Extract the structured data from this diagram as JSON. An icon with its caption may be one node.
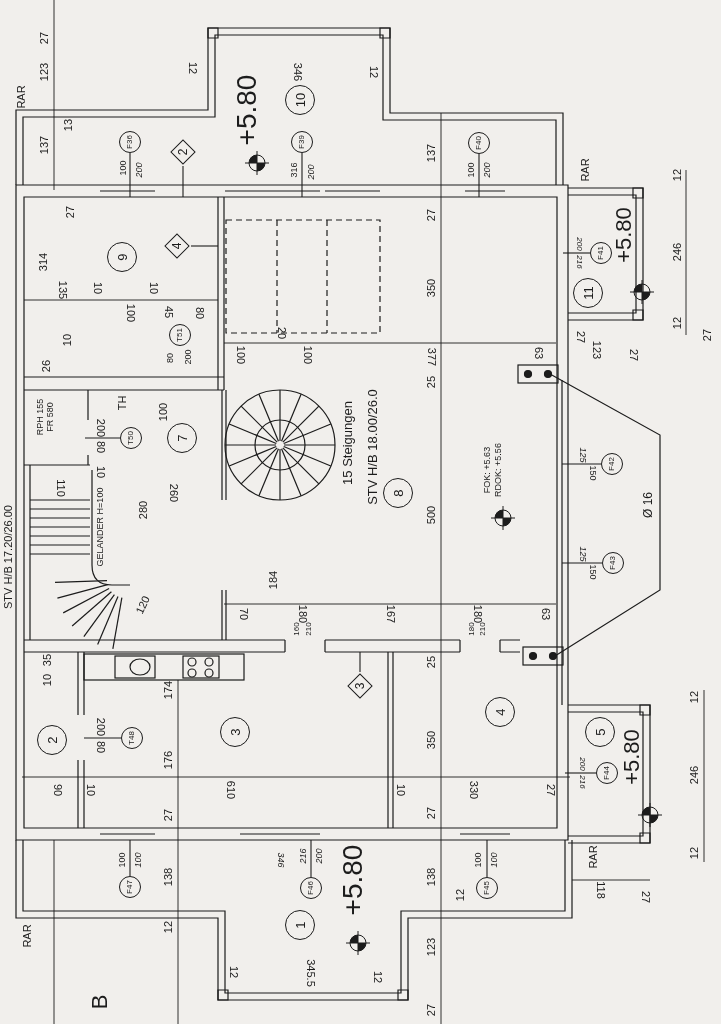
{
  "diagram": {
    "nodes": [
      {
        "text": [
          "10"
        ]
      },
      {
        "text": [
          "F36"
        ]
      },
      {
        "text": [
          "2"
        ]
      },
      {
        "text": [
          "F39"
        ]
      },
      {
        "text": [
          "F40"
        ]
      },
      {
        "text": [
          "9"
        ]
      },
      {
        "text": [
          "4"
        ]
      },
      {
        "text": [
          "F41"
        ]
      },
      {
        "text": [
          "11"
        ]
      },
      {
        "text": [
          "T51"
        ]
      },
      {
        "text": [
          "T50"
        ]
      },
      {
        "text": [
          "7"
        ]
      },
      {
        "text": [
          "F42"
        ]
      },
      {
        "text": [
          "8"
        ]
      },
      {
        "text": [
          "F43"
        ]
      },
      {
        "text": [
          "3"
        ]
      },
      {
        "text": [
          "2"
        ]
      },
      {
        "text": [
          "T48"
        ]
      },
      {
        "text": [
          "3"
        ]
      },
      {
        "text": [
          "4"
        ]
      },
      {
        "text": [
          "5"
        ]
      },
      {
        "text": [
          "F44"
        ]
      },
      {
        "text": [
          "F47"
        ]
      },
      {
        "text": [
          "F46"
        ]
      },
      {
        "text": [
          "F45"
        ]
      },
      {
        "text": [
          "1"
        ]
      }
    ],
    "edges": [
      {
        "from": 1,
        "to": null,
        "arrow": "none"
      },
      {
        "from": 2,
        "to": null,
        "arrow": "none"
      },
      {
        "from": 3,
        "to": null,
        "arrow": "none"
      },
      {
        "from": 4,
        "to": null,
        "arrow": "none"
      },
      {
        "from": 6,
        "to": null,
        "arrow": "none"
      },
      {
        "from": 7,
        "to": null,
        "arrow": "none"
      },
      {
        "from": 10,
        "to": null,
        "arrow": "none"
      },
      {
        "from": 12,
        "to": null,
        "arrow": "none"
      },
      {
        "from": 14,
        "to": null,
        "arrow": "none"
      },
      {
        "from": 15,
        "to": null,
        "arrow": "none"
      },
      {
        "from": 17,
        "to": null,
        "arrow": "none"
      },
      {
        "from": 21,
        "to": null,
        "arrow": "none"
      },
      {
        "from": 22,
        "to": null,
        "arrow": "none"
      },
      {
        "from": 23,
        "to": null,
        "arrow": "none"
      },
      {
        "from": 24,
        "to": null,
        "arrow": "none"
      }
    ],
    "labels": [
      "27",
      "12",
      "346",
      "12",
      "123",
      "RAR",
      "+5.80",
      "13",
      "137",
      "137",
      "100",
      "200",
      "316",
      "200",
      "100",
      "200",
      "RAR",
      "12",
      "27",
      "27",
      "200",
      "216",
      "+5.80",
      "246",
      "314",
      "135",
      "10",
      "10",
      "350",
      "100",
      "45",
      "80",
      "12",
      "20",
      "27",
      "27",
      "10",
      "123",
      "27",
      "100",
      "100",
      "377",
      "63",
      "80",
      "200",
      "26",
      "25",
      "TH",
      "100",
      "RPH 155",
      "FR 580",
      "200",
      "15 Steigungen",
      "STV H/B 18.00/26.0",
      "80",
      "125",
      "10",
      "150",
      "FOK: +5.63",
      "RDOK: +5.56",
      "110",
      "260",
      "Ø 16",
      "280",
      "500",
      "GELANDER H=100",
      "STV H/B 17.20/26.00",
      "125",
      "150",
      "184",
      "120",
      "70",
      "180",
      "167",
      "180",
      "63",
      "160",
      "210",
      "180",
      "210",
      "35",
      "25",
      "10",
      "174",
      "12",
      "200",
      "350",
      "80",
      "+5.80",
      "200",
      "216",
      "246",
      "176",
      "90",
      "10",
      "610",
      "10",
      "330",
      "27",
      "27",
      "27",
      "12",
      "100",
      "100",
      "346",
      "216",
      "200",
      "100",
      "100",
      "RAR",
      "138",
      "+5.80",
      "138",
      "12",
      "118",
      "27",
      "12",
      "RAR",
      "123",
      "12",
      "345.5",
      "12",
      "B",
      "27"
    ]
  }
}
